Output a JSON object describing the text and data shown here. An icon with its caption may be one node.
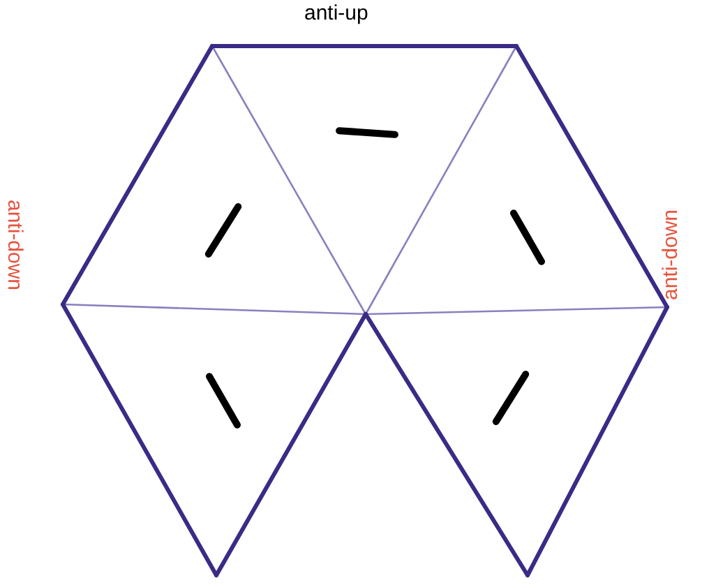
{
  "diagram": {
    "labels": [
      "anti-up",
      "anti-down",
      "anti-down"
    ]
  }
}
